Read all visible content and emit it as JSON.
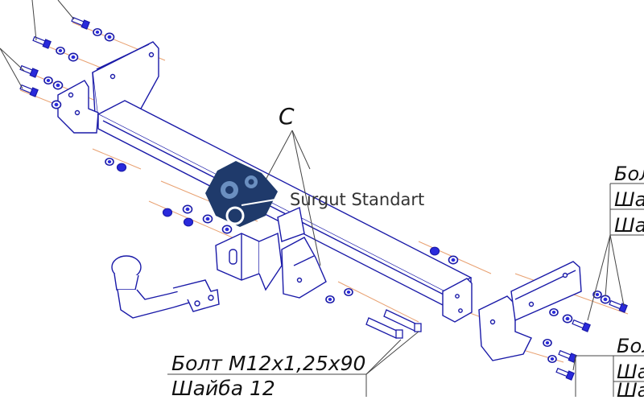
{
  "labels": {
    "callout_c": "С",
    "bolt_main": "Болт М12х1,25х90",
    "washer_main": "Шайба 12",
    "right_top_1": "Бол",
    "right_top_2": "Ша",
    "right_top_3": "Ша",
    "right_bottom_1": "Бол",
    "right_bottom_2": "Ша",
    "right_bottom_3": "Ша"
  },
  "watermark": {
    "text": "Surgut Standart"
  },
  "colors": {
    "line": "#1a1aa8",
    "fill": "#ffffff",
    "hardware": "#2a2adc",
    "axis": "#e8a070",
    "callout": "#444444",
    "logo": "#1f3a6b",
    "logo_gear": "#6b8fc0"
  }
}
